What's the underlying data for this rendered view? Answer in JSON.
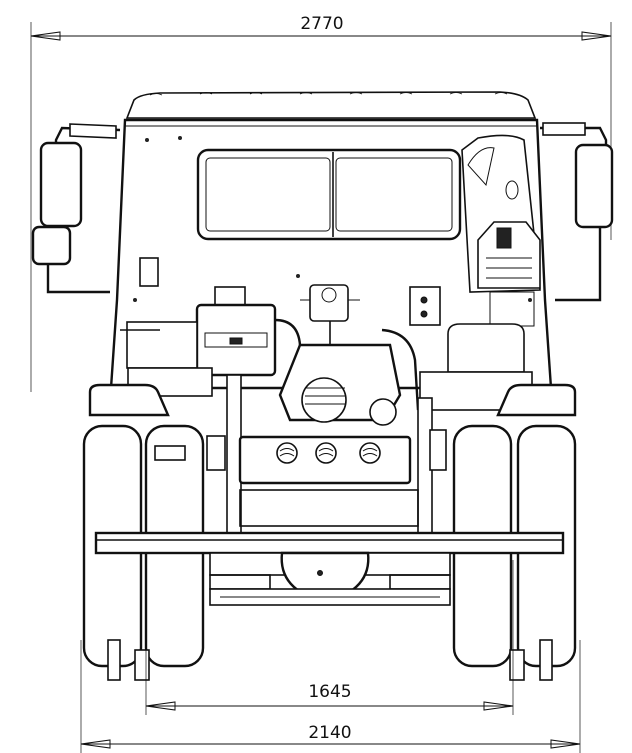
{
  "dimensions": {
    "overall_width": "2770",
    "track_width": "1645",
    "dual_tire_width": "2140"
  },
  "colors": {
    "line": "#111111",
    "background": "#ffffff"
  }
}
